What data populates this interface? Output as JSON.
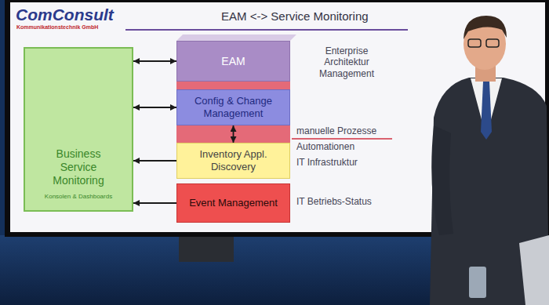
{
  "diagram": {
    "title": "EAM <-> Service Monitoring",
    "nodes": [
      {
        "text": [
          "Business Service Monitoring",
          "Konsolen & Dashboards"
        ]
      },
      {
        "text": [
          "EAM"
        ]
      },
      {
        "text": [
          "Config & Change Management"
        ]
      },
      {
        "text": [
          "Inventory Appl. Discovery"
        ]
      },
      {
        "text": [
          "Event Management"
        ]
      }
    ],
    "edges": [
      {
        "from": 0,
        "to": 1,
        "arrow": "both"
      },
      {
        "from": 0,
        "to": 2,
        "arrow": "both"
      },
      {
        "from": 3,
        "to": 0,
        "arrow": "to"
      },
      {
        "from": 4,
        "to": 0,
        "arrow": "to"
      },
      {
        "from": 2,
        "to": 3,
        "arrow": "both"
      }
    ],
    "labels": [
      "ComConsult",
      "Kommunikationstechnik GmbH",
      "Enterprise Architektur Management",
      "manuelle Prozesse",
      "Automationen",
      "IT Infrastruktur",
      "IT Betriebs-Status"
    ]
  }
}
